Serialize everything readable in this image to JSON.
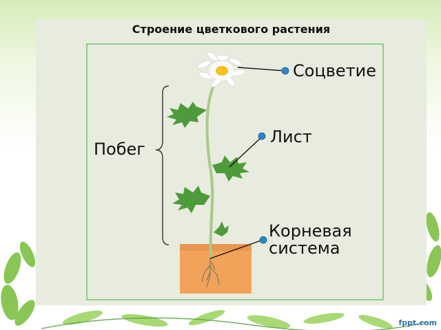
{
  "slide": {
    "title": "Строение цветкового растения",
    "watermark": "fppt.com"
  },
  "labels": {
    "inflorescence": "Соцветие",
    "leaf": "Лист",
    "shoot": "Побег",
    "root_system_line1": "Корневая",
    "root_system_line2": "система"
  },
  "colors": {
    "panel": "#e8ecdf",
    "frame": "#58b84a",
    "soil": "#f2a35a",
    "stem": "#a9c98a",
    "leaf": "#4f9a3b",
    "pointer": "#111111",
    "marker_dot": "#2c86c8"
  }
}
